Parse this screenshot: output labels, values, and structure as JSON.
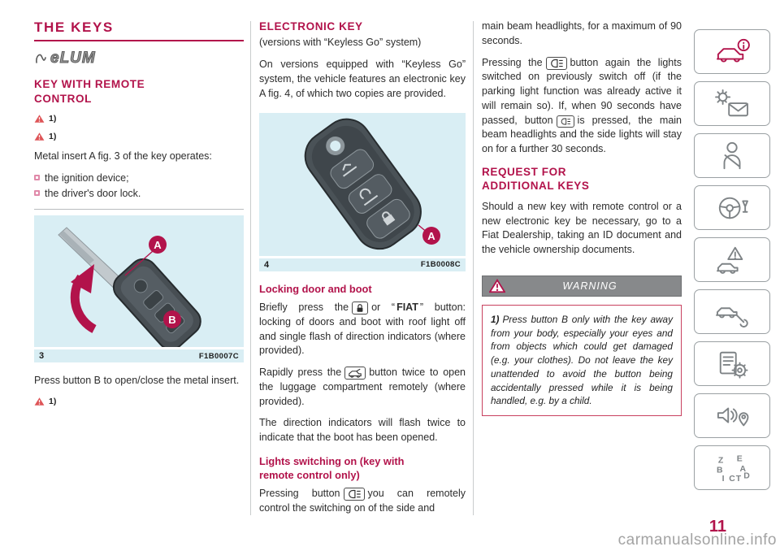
{
  "accent": "#B2134B",
  "figure_background": "#D9EEF4",
  "page": {
    "number": "11",
    "watermark": "carmanualsonline.info"
  },
  "col1": {
    "title": "THE KEYS",
    "logo_text": "eLUM",
    "heading_lines": [
      "KEY WITH REMOTE",
      "CONTROL"
    ],
    "note_refs": [
      "1)",
      "1)",
      "1)"
    ],
    "intro": "Metal insert A fig. 3 of the key operates:",
    "bullets": [
      "the ignition device;",
      "the driver's door lock."
    ],
    "figure3": {
      "number": "3",
      "code": "F1B0007C",
      "label_a": "A",
      "label_b": "B"
    },
    "after_figure": "Press button B to open/close the metal insert."
  },
  "col2": {
    "heading": "ELECTRONIC KEY",
    "subheading": "(versions with “Keyless Go” system)",
    "para1": "On versions equipped with “Keyless Go” system, the vehicle features an electronic key A fig. 4, of which two copies are provided.",
    "figure4": {
      "number": "4",
      "code": "F1B0008C",
      "label_a": "A"
    },
    "locking_heading": "Locking door and boot",
    "locking_p1a": "Briefly press the",
    "locking_p1b": "or “",
    "locking_p1_fiat": "FIAT",
    "locking_p1c": "” button: locking of doors and boot with roof light off and single flash of direction indicators (where provided).",
    "locking_p2a": "Rapidly press the",
    "locking_p2b": "button twice to open the luggage compartment remotely (where provided).",
    "locking_p3": "The direction indicators will flash twice to indicate that the boot has been opened.",
    "lights_heading_lines": [
      "Lights switching on (key with",
      "remote control only)"
    ],
    "lights_p1a": "Pressing button",
    "lights_p1b": "you can remotely control the switching on of the side and"
  },
  "col3": {
    "cont_p1": "main beam headlights, for a maximum of 90 seconds.",
    "p2a": "Pressing the",
    "p2b": "button again the lights switched on previously switch off (if the parking light function was already active it will remain so). If, when 90 seconds have passed, button",
    "p2c": "is pressed, the main beam headlights and the side lights will stay on for a further 30 seconds.",
    "heading_lines": [
      "REQUEST FOR",
      "ADDITIONAL KEYS"
    ],
    "para": "Should a new key with remote control or a new electronic key be necessary, go to a Fiat Dealership, taking an ID document and the vehicle ownership documents.",
    "warning_title": "WARNING",
    "warning_ref": "1)",
    "warning_text": "Press button B only with the key away from your body, especially your eyes and from objects which could get damaged (e.g. your clothes). Do not leave the key unattended to avoid the button being accidentally pressed while it is being handled, e.g. by a child."
  },
  "sidebar": {
    "icons": [
      "car-info",
      "message-sun",
      "passenger-safety",
      "steering-wheel",
      "emergency-triangle",
      "car-service",
      "technical-specs",
      "multimedia-map",
      "index-letters"
    ],
    "index_letters": [
      "Z",
      "E",
      "B",
      "A",
      "I",
      "C",
      "T",
      "D"
    ]
  }
}
